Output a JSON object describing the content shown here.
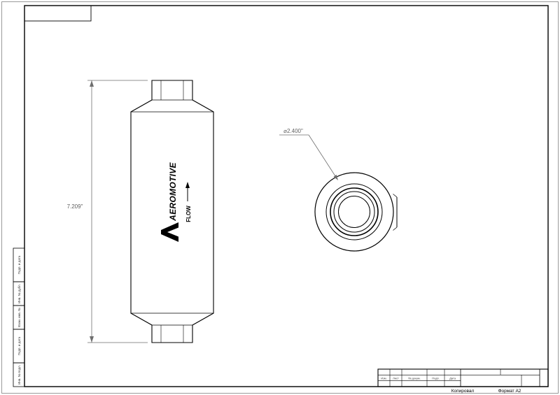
{
  "page": {
    "background": "#ffffff",
    "line_color": "#000000",
    "dim_color": "#6e6e6e"
  },
  "views": {
    "side": {
      "dimension_label": "7.209\"",
      "brand": "AEROMOTIVE",
      "flow_label": "FLOW"
    },
    "end": {
      "diameter_label": "⌀2.400\""
    }
  },
  "frame": {
    "left_cells": [
      "Подп. и дата",
      "Инв. № дубл.",
      "Взам. инв. №",
      "Подп. и дата",
      "Инв. № подл."
    ],
    "title_block_headers": [
      "Изм.",
      "Лист",
      "№ докум.",
      "Подп.",
      "Дата"
    ],
    "copied_label": "Копировал",
    "format_label": "Формат А2"
  }
}
